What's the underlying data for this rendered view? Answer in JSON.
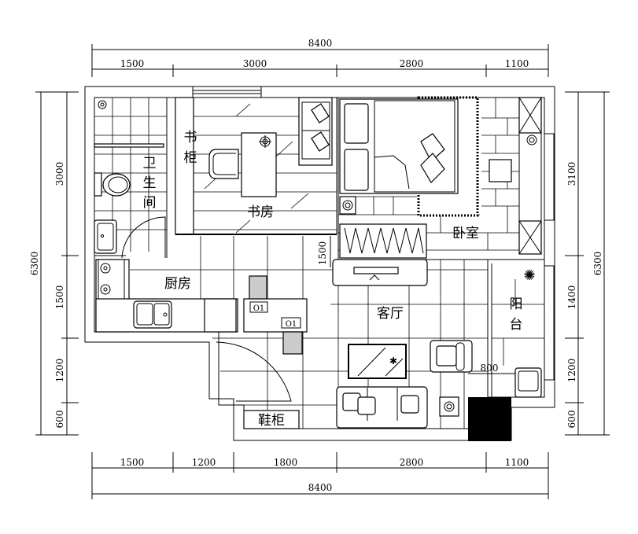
{
  "dimensions": {
    "top_total": "8400",
    "top_segments": [
      "1500",
      "3000",
      "2800",
      "1100"
    ],
    "bottom_segments": [
      "1500",
      "1200",
      "1800",
      "2800",
      "1100"
    ],
    "bottom_total": "8400",
    "left_total": "6300",
    "left_segments": [
      "3000",
      "1500",
      "1200",
      "600"
    ],
    "right_segments": [
      "3100",
      "1400",
      "1200",
      "600"
    ],
    "right_total": "6300",
    "inner_1500": "1500",
    "inner_800": "800"
  },
  "rooms": {
    "bathroom": [
      "卫",
      "生",
      "间"
    ],
    "bookcase": [
      "书",
      "柜"
    ],
    "study": "书房",
    "bedroom": "卧室",
    "kitchen": "厨房",
    "living": "客厅",
    "balcony": [
      "阳",
      "台"
    ],
    "shoe_cabinet": "鞋柜"
  },
  "appliance_labels": [
    "O1",
    "O1"
  ]
}
